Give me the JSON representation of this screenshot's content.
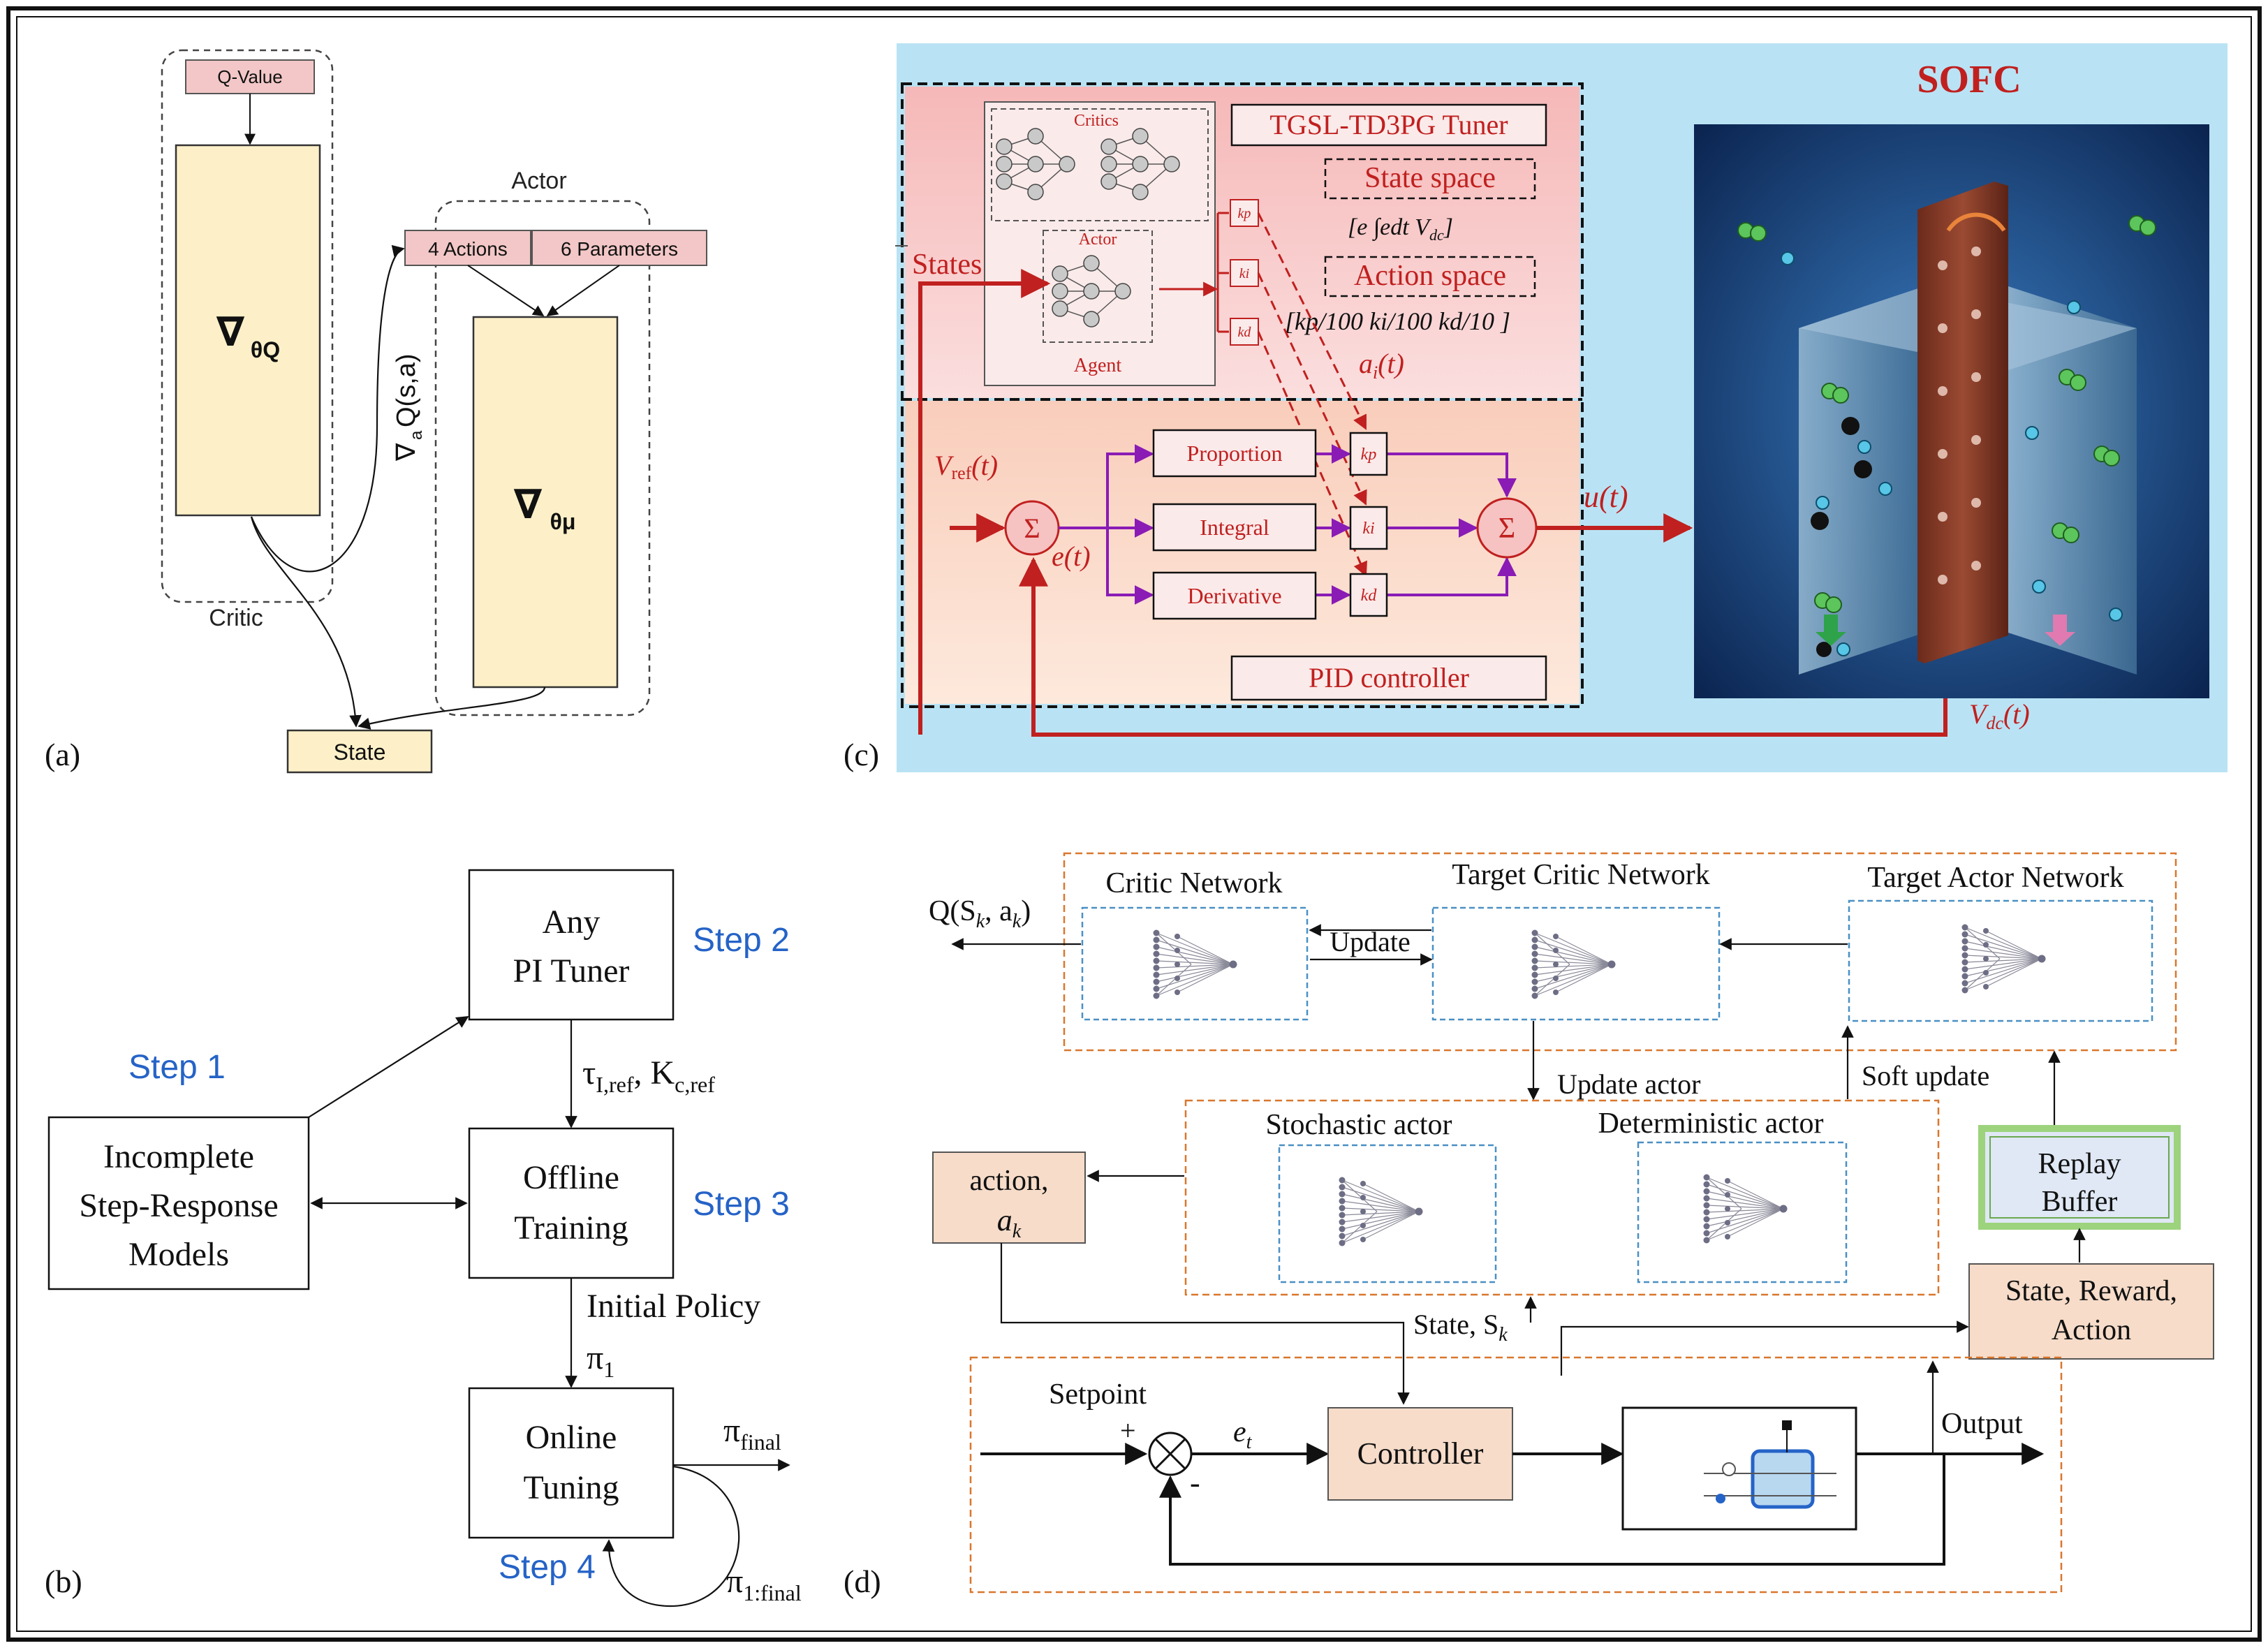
{
  "colors": {
    "frame": "#111111",
    "box_a_fill": "#fdf0c8",
    "box_a_header": "#f3c7c7",
    "panel_c_bg": "#b9e3f4",
    "panel_c_red": "#c0201f",
    "panel_c_purple": "#8a1bb5",
    "tuner_fill": "#f7c9c9",
    "pid_fill": "#fbe1d2",
    "step_blue": "#2563c7",
    "dash_orange": "#d9772d",
    "dash_blue": "#4a90c4",
    "action_fill": "#f6dcc9",
    "replay_fill": "#dfe8f4",
    "replay_border": "#9dd37d"
  },
  "panel_labels": {
    "a": "(a)",
    "b": "(b)",
    "c": "(c)",
    "d": "(d)"
  },
  "panel_a": {
    "q_value": "Q-Value",
    "grad_q": "∇",
    "grad_q_sub": "θQ",
    "critic": "Critic",
    "actor": "Actor",
    "actions": "4 Actions",
    "parameters": "6 Parameters",
    "grad_mu": "∇",
    "grad_mu_sub": "θμ",
    "grad_a": "∇",
    "grad_a_sub": "a",
    "q_sa": "Q(s,a)",
    "state": "State"
  },
  "panel_b": {
    "any_pi_l1": "Any",
    "any_pi_l2": "PI Tuner",
    "step2": "Step 2",
    "step1": "Step 1",
    "tau": "τ",
    "tau_sub": "I,ref",
    "kc": ", K",
    "kc_sub": "c,ref",
    "incomplete_l1": "Incomplete",
    "incomplete_l2": "Step-Response",
    "incomplete_l3": "Models",
    "offline_l1": "Offline",
    "offline_l2": "Training",
    "step3": "Step 3",
    "initial_policy": "Initial Policy",
    "pi1": "π",
    "pi1_sub": "1",
    "online_l1": "Online",
    "online_l2": "Tuning",
    "pi_final": "π",
    "pi_final_sub": "final",
    "step4": "Step 4",
    "pi_1final": "π",
    "pi_1final_sub": "1:final"
  },
  "panel_c": {
    "sofc": "SOFC",
    "critics": "Critics",
    "actor": "Actor",
    "agent": "Agent",
    "tuner": "TGSL-TD3PG Tuner",
    "state_space": "State space",
    "state_vec": "[e  ∫edt  V",
    "state_vec_sub": "dc",
    "state_vec_end": "]",
    "action_space": "Action space",
    "action_vec": "[kp/100   ki/100   kd/10 ]",
    "ai_t": "a",
    "ai_sub": "i",
    "ai_end": "(t)",
    "states": "States",
    "kp": "kp",
    "ki": "ki",
    "kd": "kd",
    "vref": "V",
    "vref_sub": "ref",
    "vref_end": "(t)",
    "sigma": "Σ",
    "et": "e(t)",
    "proportion": "Proportion",
    "integral": "Integral",
    "derivative": "Derivative",
    "ut": "u(t)",
    "pid": "PID controller",
    "vdc": "V",
    "vdc_sub": "dc",
    "vdc_end": "(t)"
  },
  "panel_d": {
    "q_out": "Q(S",
    "q_out_sub1": "k",
    "q_out_mid": ", a",
    "q_out_sub2": "k",
    "q_out_end": ")",
    "critic_net": "Critic Network",
    "target_critic": "Target Critic Network",
    "target_actor": "Target Actor Network",
    "update": "Update",
    "update_actor": "Update actor",
    "soft_update": "Soft update",
    "stochastic": "Stochastic actor",
    "deterministic": "Deterministic actor",
    "action_l1": "action,",
    "action_l2": "a",
    "action_l2_sub": "k",
    "replay_l1": "Replay",
    "replay_l2": "Buffer",
    "srA_l1": "State, Reward,",
    "srA_l2": "Action",
    "state_sk": "State, S",
    "state_sk_sub": "k",
    "setpoint": "Setpoint",
    "plus": "+",
    "minus": "-",
    "et": "e",
    "et_sub": "t",
    "controller": "Controller",
    "output": "Output"
  }
}
